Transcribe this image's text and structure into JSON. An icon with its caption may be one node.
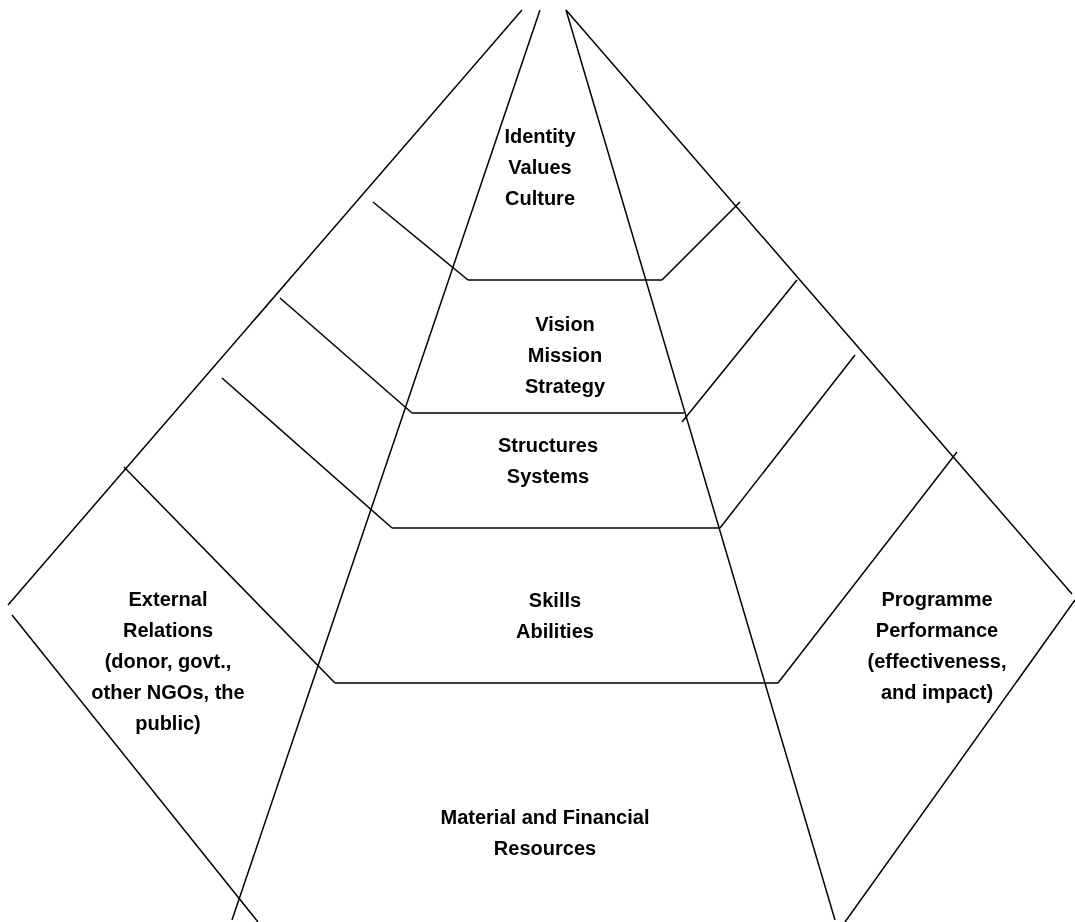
{
  "diagram": {
    "nodes": [
      {
        "text": [
          "Identity",
          "Values",
          "Culture"
        ]
      },
      {
        "text": [
          "Vision",
          "Mission",
          "Strategy"
        ]
      },
      {
        "text": [
          "Structures",
          "Systems"
        ]
      },
      {
        "text": [
          "External Relations",
          "(donor, govt., other NGOs, the public)"
        ]
      },
      {
        "text": [
          "Skills",
          "Abilities"
        ]
      },
      {
        "text": [
          "Programme Performance",
          "(effectiveness, and impact)"
        ]
      },
      {
        "text": [
          "Material and Financial Resources"
        ]
      }
    ]
  }
}
